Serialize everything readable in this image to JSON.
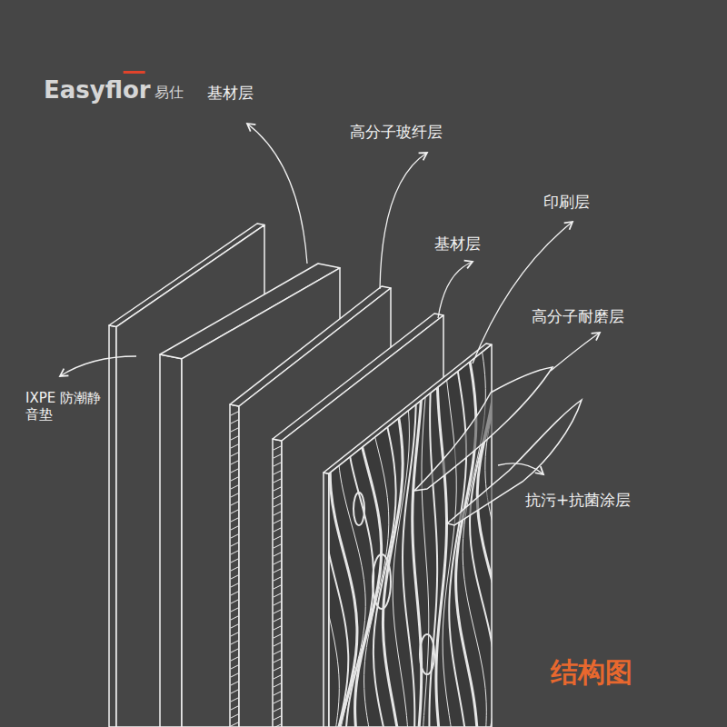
{
  "diagram": {
    "title": "结构图",
    "labels": [
      "Easyflor",
      "易仕",
      "基材层",
      "高分子玻纤层",
      "基材层",
      "印刷层",
      "高分子耐磨层",
      "抗污+抗菌涂层",
      "IXPE 防潮静音垫"
    ]
  }
}
